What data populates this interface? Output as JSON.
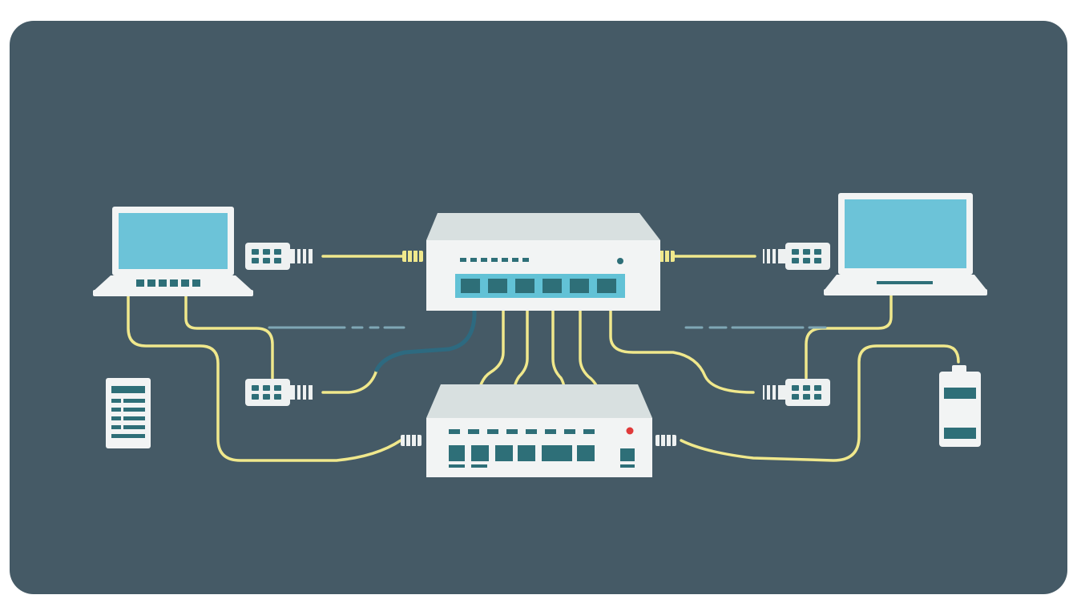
{
  "diagram": {
    "colors": {
      "panel": "#455a66",
      "outer": "#ffffff",
      "device": "#f2f4f4",
      "device_top": "#d8e0e0",
      "screen": "#6cc3d8",
      "port_dark": "#2e6f78",
      "port_light": "#62c2d6",
      "cable": "#f0e88c",
      "cable_dark": "#2d6a80",
      "dash": "#7fa7b5",
      "led_red": "#e03a3a",
      "adapter": "#eef1f1",
      "adapter_hole": "#2e6f78"
    },
    "nodes": [
      {
        "id": "laptop-left",
        "kind": "laptop"
      },
      {
        "id": "laptop-right",
        "kind": "laptop"
      },
      {
        "id": "switch-top",
        "kind": "network-switch"
      },
      {
        "id": "switch-bottom",
        "kind": "network-switch"
      },
      {
        "id": "adapter-top-left",
        "kind": "ethernet-adapter"
      },
      {
        "id": "adapter-mid-left",
        "kind": "ethernet-adapter"
      },
      {
        "id": "adapter-top-right",
        "kind": "ethernet-adapter"
      },
      {
        "id": "adapter-mid-right",
        "kind": "ethernet-adapter"
      },
      {
        "id": "document-left",
        "kind": "document"
      },
      {
        "id": "device-right",
        "kind": "storage-device"
      }
    ],
    "icons": [
      "laptop-icon",
      "network-switch-icon",
      "ethernet-plug-icon",
      "ethernet-adapter-icon",
      "document-icon",
      "storage-device-icon"
    ]
  }
}
